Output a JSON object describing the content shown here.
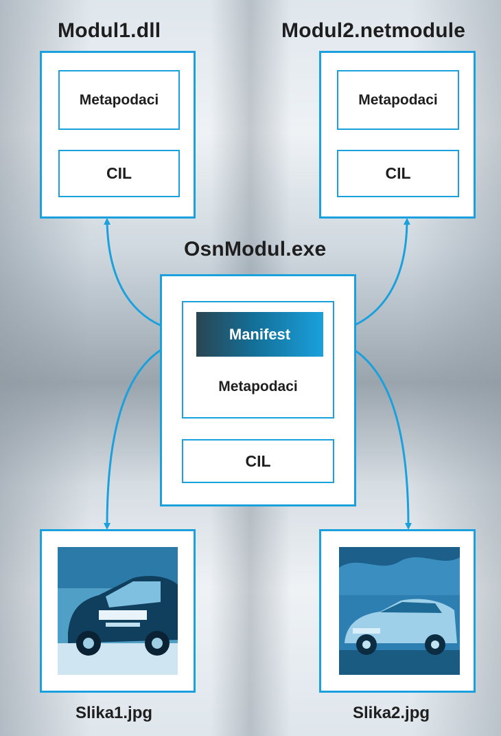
{
  "modules": {
    "modul1": {
      "title": "Modul1.dll",
      "metadata_label": "Metapodaci",
      "cil_label": "CIL"
    },
    "modul2": {
      "title": "Modul2.netmodule",
      "metadata_label": "Metapodaci",
      "cil_label": "CIL"
    },
    "main": {
      "title": "OsnModul.exe",
      "manifest_label": "Manifest",
      "metadata_label": "Metapodaci",
      "cil_label": "CIL"
    }
  },
  "images": {
    "slika1": {
      "caption": "Slika1.jpg",
      "photo_icon": "car-photo"
    },
    "slika2": {
      "caption": "Slika2.jpg",
      "photo_icon": "car-photo"
    }
  },
  "colors": {
    "accent": "#1aa0dc",
    "text": "#1e1e1e",
    "manifest_dark": "#2a4552",
    "photo_tint": "#1a6f9a"
  }
}
